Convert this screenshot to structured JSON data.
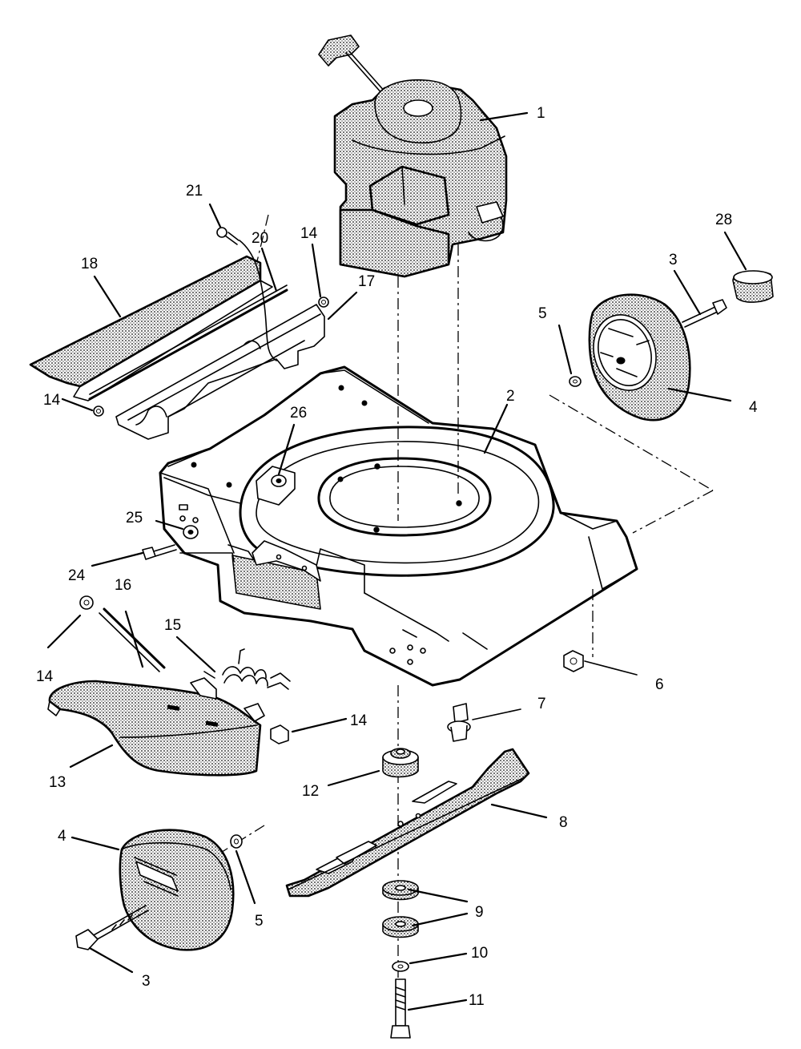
{
  "callouts": [
    {
      "id": "1",
      "text": "1"
    },
    {
      "id": "2",
      "text": "2"
    },
    {
      "id": "3a",
      "text": "3"
    },
    {
      "id": "3b",
      "text": "3"
    },
    {
      "id": "4a",
      "text": "4"
    },
    {
      "id": "4b",
      "text": "4"
    },
    {
      "id": "5a",
      "text": "5"
    },
    {
      "id": "5b",
      "text": "5"
    },
    {
      "id": "6",
      "text": "6"
    },
    {
      "id": "7",
      "text": "7"
    },
    {
      "id": "8",
      "text": "8"
    },
    {
      "id": "9",
      "text": "9"
    },
    {
      "id": "10",
      "text": "10"
    },
    {
      "id": "11",
      "text": "11"
    },
    {
      "id": "12",
      "text": "12"
    },
    {
      "id": "13",
      "text": "13"
    },
    {
      "id": "14a",
      "text": "14"
    },
    {
      "id": "14b",
      "text": "14"
    },
    {
      "id": "14c",
      "text": "14"
    },
    {
      "id": "14d",
      "text": "14"
    },
    {
      "id": "15",
      "text": "15"
    },
    {
      "id": "16",
      "text": "16"
    },
    {
      "id": "17",
      "text": "17"
    },
    {
      "id": "18",
      "text": "18"
    },
    {
      "id": "20",
      "text": "20"
    },
    {
      "id": "21",
      "text": "21"
    },
    {
      "id": "24",
      "text": "24"
    },
    {
      "id": "25",
      "text": "25"
    },
    {
      "id": "26",
      "text": "26"
    },
    {
      "id": "28",
      "text": "28"
    }
  ]
}
